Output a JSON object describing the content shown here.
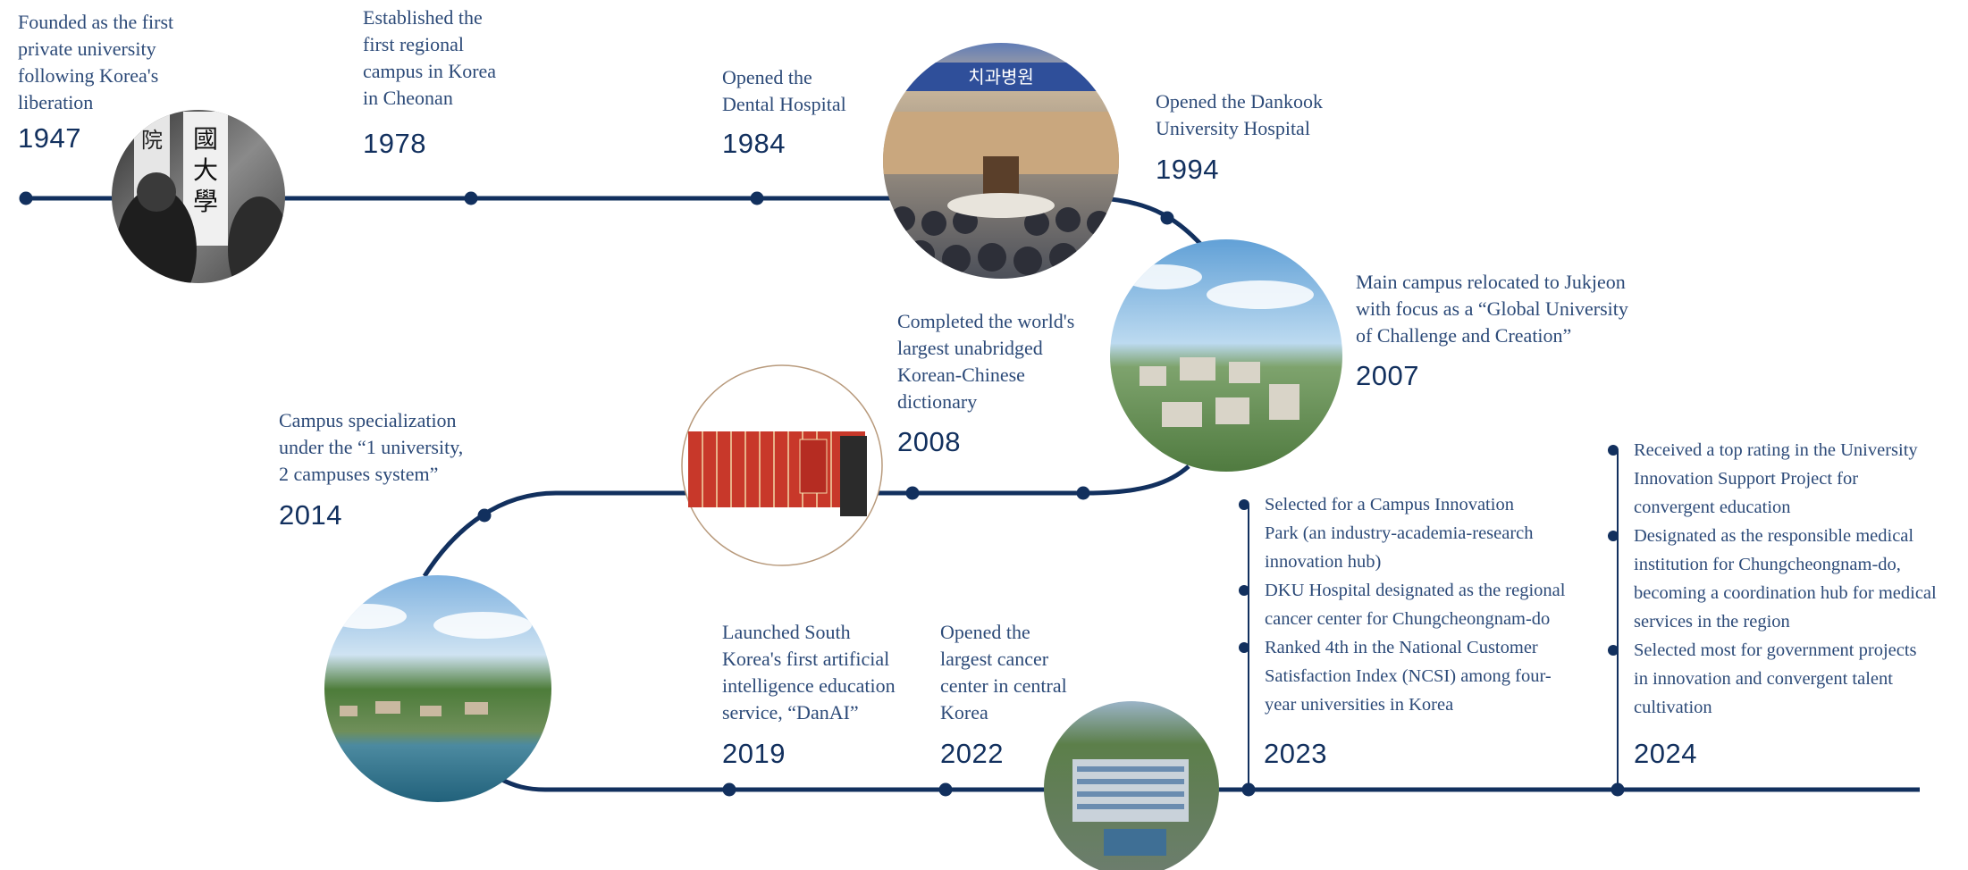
{
  "colors": {
    "line": "#12305e",
    "text": "#2c4a78",
    "year": "#12305e",
    "ring": "#b89a7c"
  },
  "milestones": [
    {
      "year": "1947",
      "text": "Founded as the first\nprivate university\nfollowing Korea's\nliberation"
    },
    {
      "year": "1978",
      "text": "Established the\nfirst regional\ncampus in Korea\nin Cheonan"
    },
    {
      "year": "1984",
      "text": "Opened the\nDental Hospital"
    },
    {
      "year": "1994",
      "text": "Opened the Dankook\nUniversity Hospital"
    },
    {
      "year": "2007",
      "text": "Main campus relocated to Jukjeon\nwith focus as a “Global University\nof Challenge and Creation”"
    },
    {
      "year": "2008",
      "text": "Completed the world's\nlargest unabridged\nKorean-Chinese\ndictionary"
    },
    {
      "year": "2014",
      "text": "Campus specialization\nunder the “1 university,\n2 campuses system”"
    },
    {
      "year": "2019",
      "text": "Launched South\nKorea's first artificial\nintelligence education\nservice, “DanAI”"
    },
    {
      "year": "2022",
      "text": "Opened the\nlargest cancer\ncenter in central\nKorea"
    },
    {
      "year": "2023",
      "items": [
        "Selected for a Campus Innovation\nPark (an industry-academia-research\ninnovation hub)",
        "DKU Hospital designated as the regional\ncancer center for Chungcheongnam-do",
        "Ranked 4th in the National Customer\nSatisfaction Index (NCSI) among four-\nyear universities in Korea"
      ]
    },
    {
      "year": "2024",
      "items": [
        "Received a top rating in the University\nInnovation Support Project for\nconvergent education",
        "Designated as the responsible medical\ninstitution for Chungcheongnam-do,\nbecoming a coordination hub for medical\nservices in the region",
        "Selected most for government projects\nin innovation and convergent talent\ncultivation"
      ]
    }
  ],
  "photos": [
    {
      "name": "photo-1947-signboard"
    },
    {
      "name": "photo-1984-dental-ceremony",
      "banner": "치과병원"
    },
    {
      "name": "photo-2007-jukjeon-campus"
    },
    {
      "name": "photo-2008-dictionary"
    },
    {
      "name": "photo-2014-cheonan-campus"
    },
    {
      "name": "photo-2022-cancer-center"
    }
  ]
}
